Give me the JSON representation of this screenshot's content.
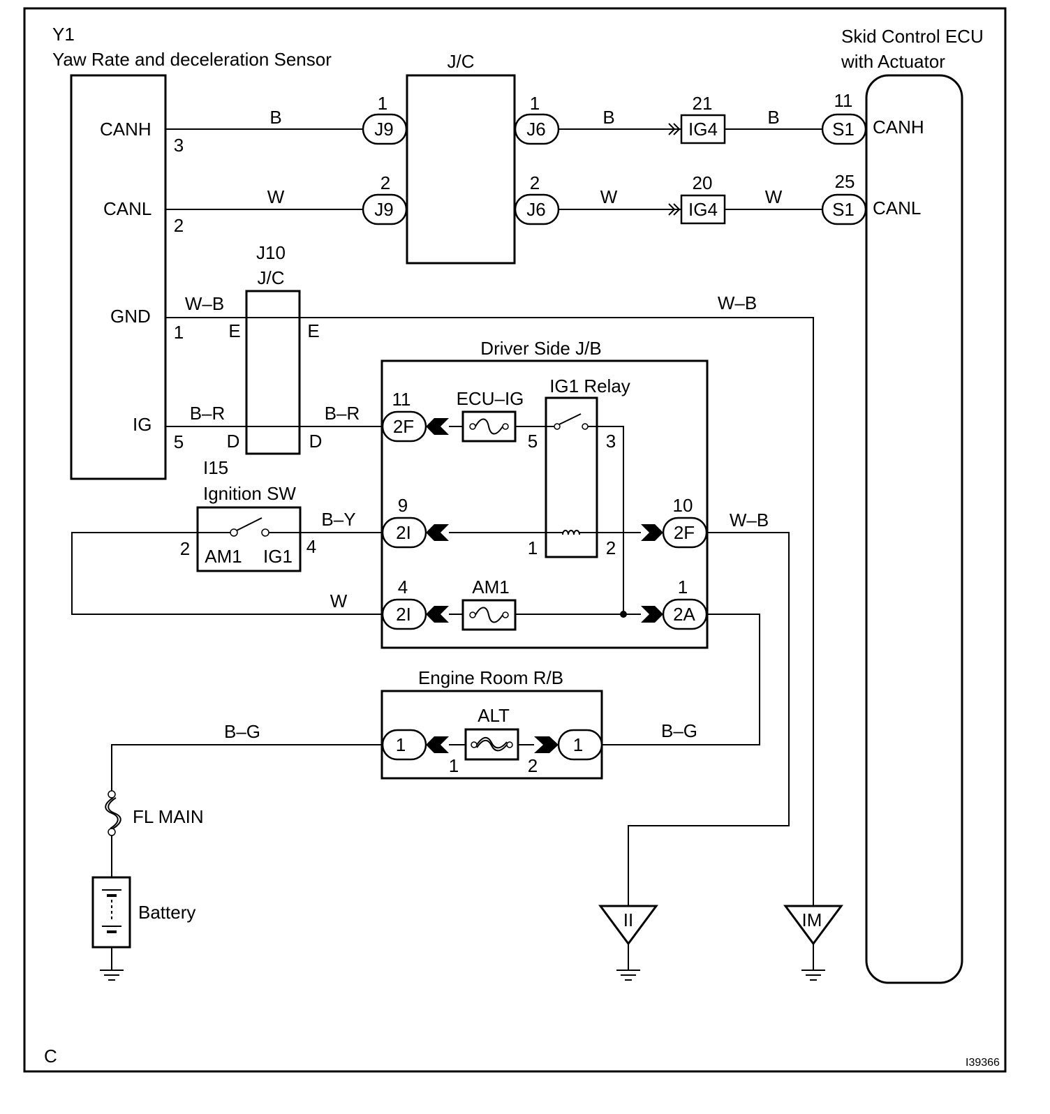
{
  "sensor": {
    "code": "Y1",
    "name": "Yaw Rate and deceleration Sensor",
    "pins": {
      "canh": {
        "label": "CANH",
        "num": "3"
      },
      "canl": {
        "label": "CANL",
        "num": "2"
      },
      "gnd": {
        "label": "GND",
        "num": "1"
      },
      "ig": {
        "label": "IG",
        "num": "5"
      }
    }
  },
  "junction_connector": {
    "label": "J/C",
    "canh_in": {
      "pin": "1",
      "connector": "J9"
    },
    "canl_in": {
      "pin": "2",
      "connector": "J9"
    },
    "canh_out": {
      "pin": "1",
      "connector": "J6"
    },
    "canl_out": {
      "pin": "2",
      "connector": "J6"
    }
  },
  "ig4": {
    "canh": {
      "pin": "21",
      "connector": "IG4"
    },
    "canl": {
      "pin": "20",
      "connector": "IG4"
    }
  },
  "ecu": {
    "title_line1": "Skid Control ECU",
    "title_line2": "with Actuator",
    "canh": {
      "pin": "11",
      "connector": "S1",
      "label": "CANH"
    },
    "canl": {
      "pin": "25",
      "connector": "S1",
      "label": "CANL"
    }
  },
  "j10": {
    "code": "J10",
    "label": "J/C",
    "gnd_in": "E",
    "gnd_out": "E",
    "ig_in": "D",
    "ig_out": "D"
  },
  "wire_colors": {
    "canh_1": "B",
    "canh_2": "B",
    "canh_3": "B",
    "canl_1": "W",
    "canl_2": "W",
    "canl_3": "W",
    "gnd_1": "W–B",
    "gnd_2": "W–B",
    "ig_1": "B–R",
    "ig_2": "B–R",
    "ign_ig1": "B–Y",
    "ign_am1": "W",
    "jb_ground": "W–B",
    "battery_feed": "B–G",
    "alt_out": "B–G"
  },
  "driver_jb": {
    "title": "Driver Side J/B",
    "ecu_ig_out": {
      "pin": "11",
      "connector": "2F"
    },
    "ig1_in": {
      "pin": "9",
      "connector": "2I"
    },
    "am1_out": {
      "pin": "4",
      "connector": "2I"
    },
    "ground_out": {
      "pin": "10",
      "connector": "2F"
    },
    "alt_in": {
      "pin": "1",
      "connector": "2A"
    },
    "fuse_ecu_ig": "ECU–IG",
    "fuse_am1": "AM1",
    "relay": {
      "name": "IG1 Relay",
      "pin_switch_in": "5",
      "pin_switch_out": "3",
      "pin_coil_in": "1",
      "pin_coil_out": "2"
    }
  },
  "ignition_switch": {
    "code": "I15",
    "name": "Ignition SW",
    "terminal_am1": "AM1",
    "terminal_ig1": "IG1",
    "pin_am1": "2",
    "pin_ig1": "4"
  },
  "engine_room_rb": {
    "title": "Engine Room R/B",
    "fuse": "ALT",
    "conn_left": "1",
    "conn_right": "1",
    "pin_left": "1",
    "pin_right": "2"
  },
  "fusible_link": "FL MAIN",
  "battery": "Battery",
  "grounds": {
    "ii": "II",
    "im": "IM"
  },
  "footer": {
    "section": "C",
    "figure_code": "I39366"
  }
}
